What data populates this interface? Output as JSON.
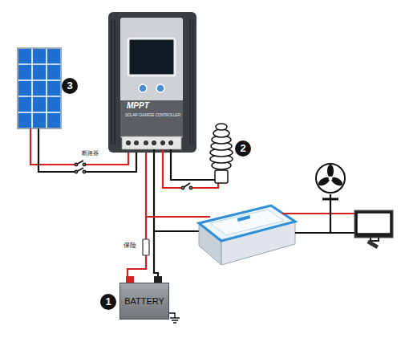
{
  "diagram": {
    "nodes": [
      {
        "text": [
          "MPPT",
          "SOLAR CHARGE CONTROLLER"
        ]
      },
      {
        "text": [
          "BATTERY"
        ]
      }
    ],
    "edges": [
      {
        "from": 0,
        "to": 1,
        "arrow": "none"
      }
    ],
    "labels": [
      "3",
      "断路器",
      "2",
      "保险",
      "1"
    ]
  }
}
